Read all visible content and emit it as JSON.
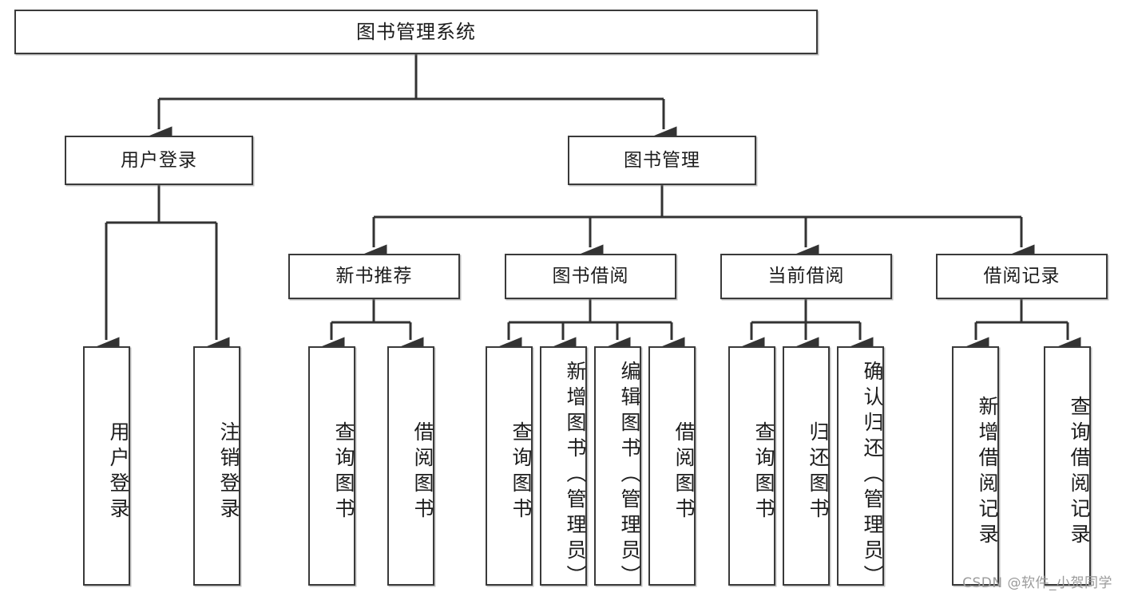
{
  "diagram": {
    "title": "图书管理系统",
    "watermark": "CSDN @软件_小贺同学",
    "root": {
      "label": "图书管理系统"
    },
    "level1": [
      {
        "id": "user-login",
        "label": "用户登录"
      },
      {
        "id": "book-manage",
        "label": "图书管理"
      }
    ],
    "level2": [
      {
        "id": "new-book-recommend",
        "label": "新书推荐",
        "parent": "book-manage"
      },
      {
        "id": "book-borrow",
        "label": "图书借阅",
        "parent": "book-manage"
      },
      {
        "id": "current-borrow",
        "label": "当前借阅",
        "parent": "book-manage"
      },
      {
        "id": "borrow-record",
        "label": "借阅记录",
        "parent": "book-manage"
      }
    ],
    "leaves": [
      {
        "id": "leaf-user-login",
        "label": "用户登录",
        "parent": "user-login"
      },
      {
        "id": "leaf-logout-login",
        "label": "注销登录",
        "parent": "user-login"
      },
      {
        "id": "leaf-query-book-1",
        "label": "查询图书",
        "parent": "new-book-recommend"
      },
      {
        "id": "leaf-borrow-book-1",
        "label": "借阅图书",
        "parent": "new-book-recommend"
      },
      {
        "id": "leaf-query-book-2",
        "label": "查询图书",
        "parent": "book-borrow"
      },
      {
        "id": "leaf-add-book",
        "label": "新增图书（管理员）",
        "parent": "book-borrow"
      },
      {
        "id": "leaf-edit-book",
        "label": "编辑图书（管理员）",
        "parent": "book-borrow"
      },
      {
        "id": "leaf-borrow-book-2",
        "label": "借阅图书",
        "parent": "book-borrow"
      },
      {
        "id": "leaf-query-book-3",
        "label": "查询图书",
        "parent": "current-borrow"
      },
      {
        "id": "leaf-return-book",
        "label": "归还图书",
        "parent": "current-borrow"
      },
      {
        "id": "leaf-confirm-return",
        "label": "确认归还（管理员）",
        "parent": "current-borrow"
      },
      {
        "id": "leaf-add-record",
        "label": "新增借阅记录",
        "parent": "borrow-record"
      },
      {
        "id": "leaf-query-record",
        "label": "查询借阅记录",
        "parent": "borrow-record"
      }
    ],
    "colors": {
      "stroke": "#3a3a3a",
      "box_fill": "#ffffff",
      "text": "#1c1c1c",
      "watermark": "#9b9b9b",
      "background": "#ffffff"
    }
  }
}
